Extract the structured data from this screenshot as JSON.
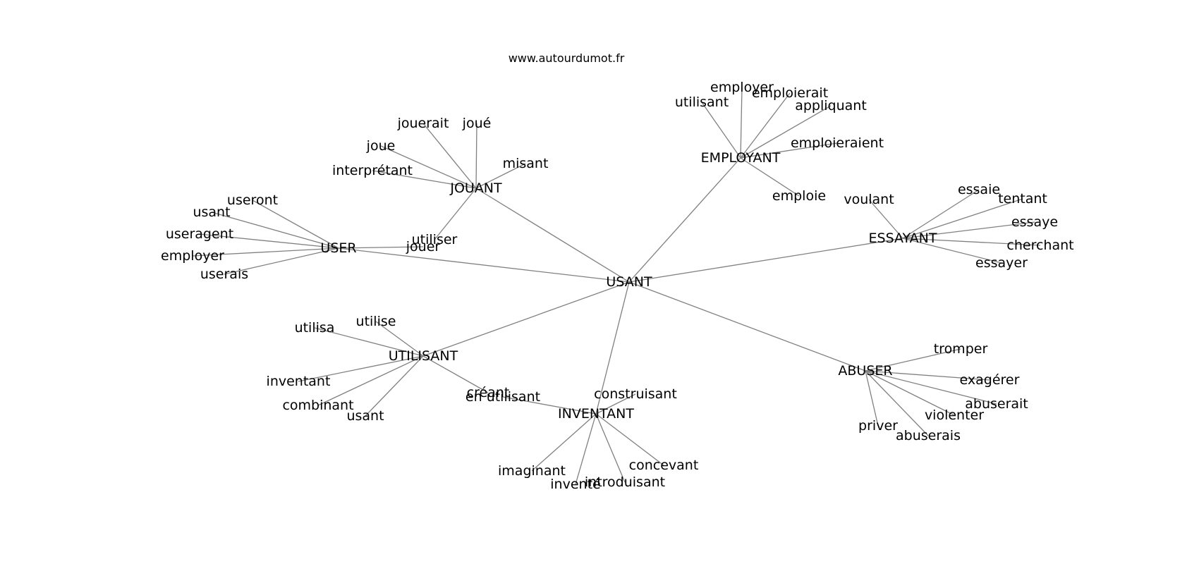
{
  "site": "www.autourdumot.fr",
  "colors": {
    "edge": "#808080",
    "text": "#000000",
    "background": "#ffffff"
  },
  "center": "USANT",
  "clusters": [
    {
      "hub": "JOUANT",
      "leaves": [
        "jouerait",
        "joué",
        "joue",
        "interprétant",
        "misant",
        "utiliser"
      ]
    },
    {
      "hub": "EMPLOYANT",
      "leaves": [
        "employer",
        "emploierait",
        "utilisant",
        "appliquant",
        "emploieraient",
        "emploie"
      ]
    },
    {
      "hub": "USER",
      "leaves": [
        "useront",
        "usant",
        "useragent",
        "employer",
        "userais",
        "jouer"
      ]
    },
    {
      "hub": "ESSAYANT",
      "leaves": [
        "voulant",
        "essaie",
        "tentant",
        "essaye",
        "cherchant",
        "essayer"
      ]
    },
    {
      "hub": "UTILISANT",
      "leaves": [
        "utilise",
        "utilisa",
        "inventant",
        "combinant",
        "usant",
        "créant"
      ]
    },
    {
      "hub": "ABUSER",
      "leaves": [
        "tromper",
        "exagérer",
        "abuserait",
        "violenter",
        "priver",
        "abuserais"
      ]
    },
    {
      "hub": "INVENTANT",
      "leaves": [
        "construisant",
        "en utilisant",
        "concevant",
        "imaginant",
        "introduisant",
        "inventé"
      ]
    }
  ]
}
